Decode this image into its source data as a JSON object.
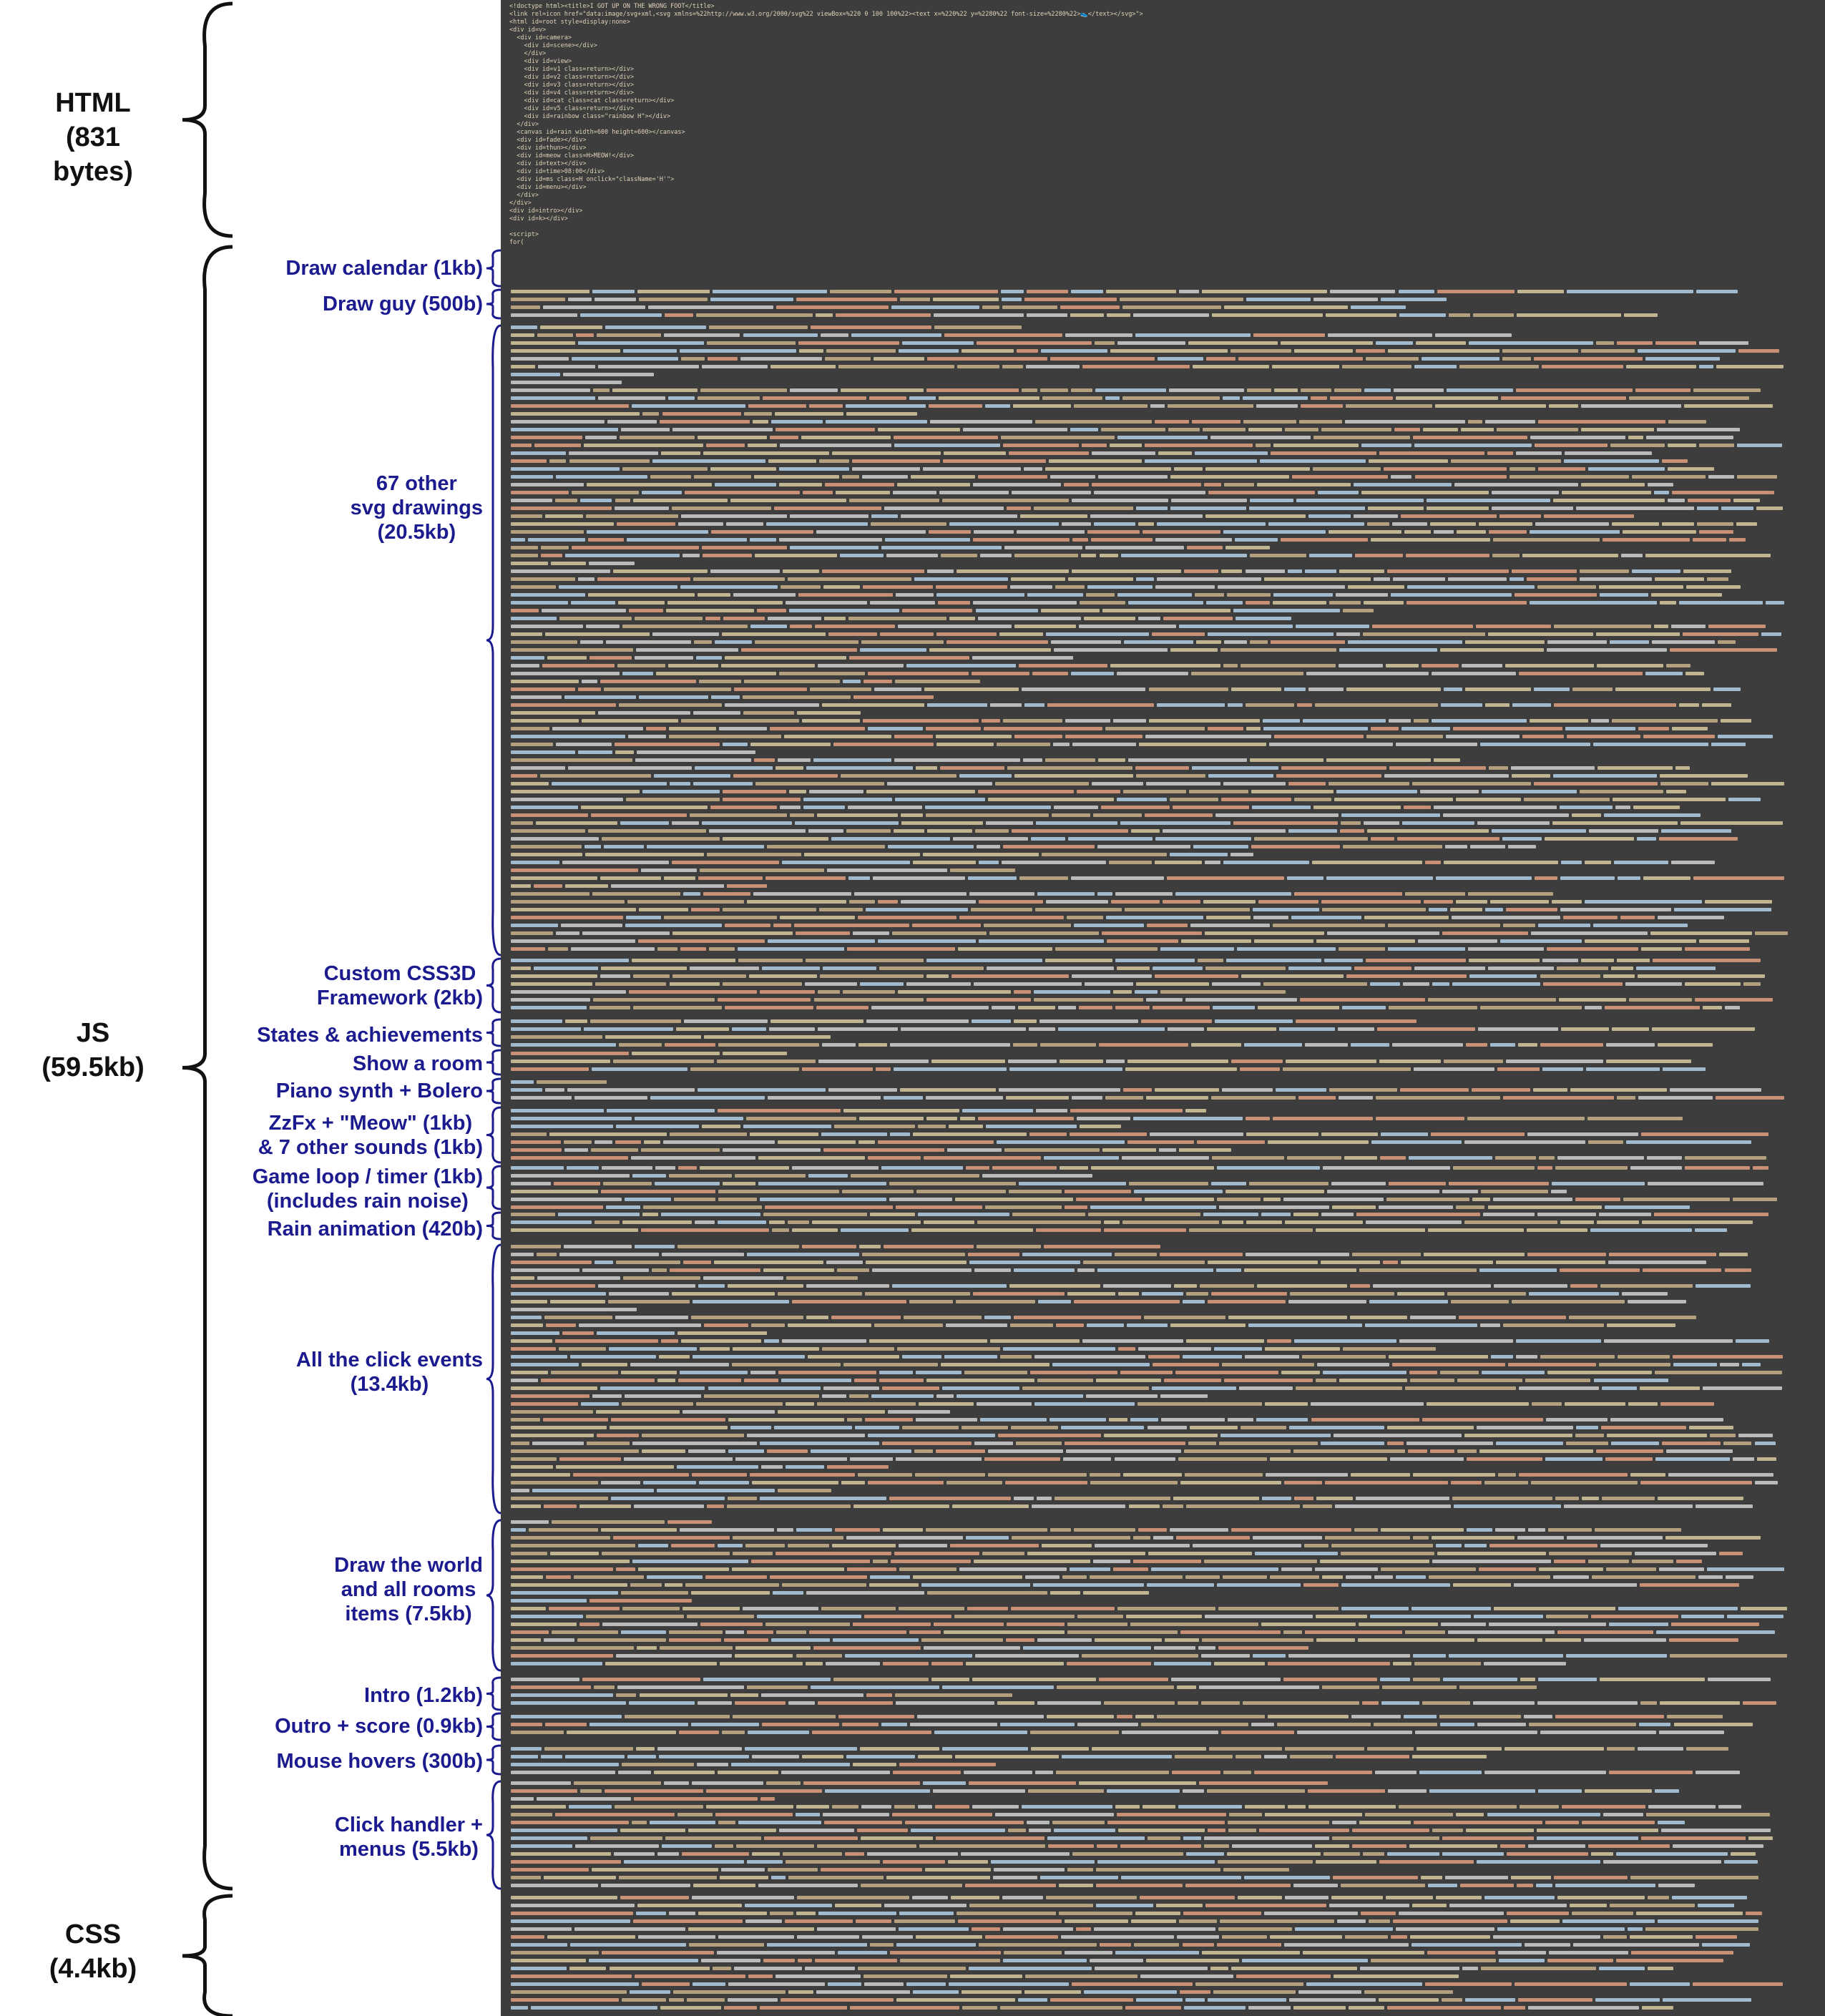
{
  "sections": {
    "html": {
      "name": "HTML",
      "size": "(831 bytes)"
    },
    "js": {
      "name": "JS",
      "size": "(59.5kb)"
    },
    "css": {
      "name": "CSS",
      "size": "(4.4kb)"
    }
  },
  "js_parts": [
    {
      "l1": "Draw calendar (1kb)"
    },
    {
      "l1": "Draw guy (500b)"
    },
    {
      "l1": "67 other",
      "l2": "svg drawings",
      "l3": "(20.5kb)"
    },
    {
      "l1": "Custom CSS3D",
      "l2": "Framework (2kb)"
    },
    {
      "l1": "States & achievements"
    },
    {
      "l1": "Show a room"
    },
    {
      "l1": "Piano synth + Bolero"
    },
    {
      "l1": "ZzFx + \"Meow\" (1kb)",
      "l2": "& 7 other sounds (1kb)"
    },
    {
      "l1": "Game loop / timer (1kb)",
      "l2": "(includes rain noise)"
    },
    {
      "l1": "Rain animation (420b)"
    },
    {
      "l1": "All the click events",
      "l2": "(13.4kb)"
    },
    {
      "l1": "Draw the world",
      "l2": "and all rooms",
      "l3": "items (7.5kb)"
    },
    {
      "l1": "Intro (1.2kb)"
    },
    {
      "l1": "Outro + score (0.9kb)"
    },
    {
      "l1": "Mouse hovers (300b)"
    },
    {
      "l1": "Click handler +",
      "l2": "menus (5.5kb)"
    }
  ],
  "html_code": [
    "<!doctype html><title>I GOT UP ON THE WRONG FOOT</title>",
    "<link rel=icon href=\"data:image/svg+xml,<svg xmlns=%22http://www.w3.org/2000/svg%22 viewBox=%220 0 100 100%22><text x=%220%22 y=%2280%22 font-size=%2280%22>👟</text></svg>\">",
    "<html id=root style=display:none>",
    "<div id=v>",
    "  <div id=camera>",
    "    <div id=scene></div>",
    "    </div>",
    "    <div id=view>",
    "    <div id=v1 class=return></div>",
    "    <div id=v2 class=return></div>",
    "    <div id=v3 class=return></div>",
    "    <div id=v4 class=return></div>",
    "    <div id=cat class=cat class=return></div>",
    "    <div id=v5 class=return></div>",
    "    <div id=rainbow class=\"rainbow H\"></div>",
    "  </div>",
    "  <canvas id=rain width=600 height=600></canvas>",
    "  <div id=fade></div>",
    "  <div id=thun></div>",
    "  <div id=meow class=H>MEOW!</div>",
    "  <div id=text></div>",
    "  <div id=time>08:00</div>",
    "  <div id=ms class=H onclick=\"className='H'\">",
    "  <div id=menu></div>",
    "  </div>",
    "</div>",
    "<div id=intro></div>",
    "<div id=k></div>",
    "",
    "<script>",
    "for("
  ]
}
